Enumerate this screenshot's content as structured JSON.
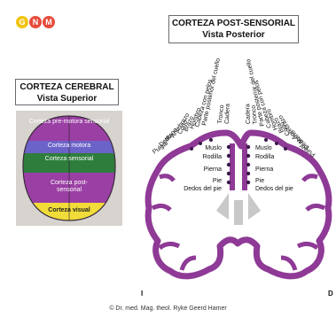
{
  "logo": {
    "letters": [
      "G",
      "N",
      "M"
    ],
    "colors": [
      "#f1c40f",
      "#e74c3c",
      "#e74c3c"
    ]
  },
  "left_title": {
    "line1": "CORTEZA CEREBRAL",
    "line2": "Vista Superior"
  },
  "right_title": {
    "line1": "CORTEZA POST-SENSORIAL",
    "line2": "Vista Posterior"
  },
  "superior_view": {
    "zones": [
      {
        "label": "Corteza pre-motora sensorial",
        "color": "#9a3fa4"
      },
      {
        "label": "Corteza motora",
        "color": "#6c63c9"
      },
      {
        "label": "Corteza sensorial",
        "color": "#2e7d3c"
      },
      {
        "label": "Corteza post-sensorial",
        "color": "#9a3fa4"
      },
      {
        "label": "Corteza visual",
        "color": "#f1dc3a"
      }
    ]
  },
  "homunculus": {
    "left_top": [
      "Parte posterior del cuello",
      "Cabeza con pelos",
      "Hombro",
      "Brazo",
      "Codo",
      "Antebrazo",
      "Mano",
      "Dedo",
      "Pulgar"
    ],
    "left_top_extra": [
      "Tronco",
      "Cadera"
    ],
    "right_top": [
      "Cadera",
      "Tronco",
      "Parte posterior del cuello",
      "Cabeza con pelos",
      "Hombro",
      "Brazo",
      "Codo",
      "Antebrazo",
      "Mano",
      "Dedo",
      "Pulgar"
    ],
    "inner_left": [
      "Muslo",
      "Rodilla",
      "Pierna",
      "Pie",
      "Dedos del pie"
    ],
    "inner_right": [
      "Muslo",
      "Rodilla",
      "Pierna",
      "Pie",
      "Dedos del pie"
    ]
  },
  "side_marks": {
    "left": "I",
    "right": "D"
  },
  "copyright": "© Dr. med. Mag. theol. Ryke Geerd Hamer"
}
